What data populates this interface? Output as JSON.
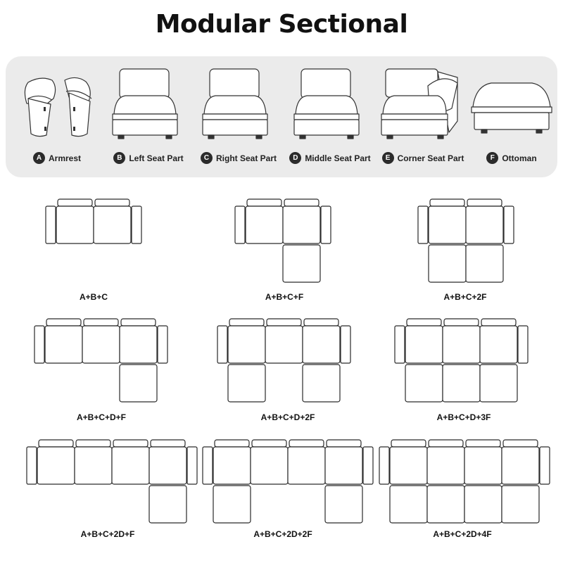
{
  "title": "Modular Sectional",
  "parts": [
    {
      "letter": "A",
      "name": "Armrest",
      "icon": "armrest-icon"
    },
    {
      "letter": "B",
      "name": "Left Seat Part",
      "icon": "seat-icon"
    },
    {
      "letter": "C",
      "name": "Right Seat Part",
      "icon": "seat-icon"
    },
    {
      "letter": "D",
      "name": "Middle Seat Part",
      "icon": "seat-icon"
    },
    {
      "letter": "E",
      "name": "Corner Seat Part",
      "icon": "corner-seat-icon"
    },
    {
      "letter": "F",
      "name": "Ottoman",
      "icon": "ottoman-icon"
    }
  ],
  "configurations": [
    {
      "label": "A+B+C",
      "seats": 2,
      "ottomans": [],
      "icon": "sectional-layout-icon"
    },
    {
      "label": "A+B+C+F",
      "seats": 2,
      "ottomans": [
        1
      ],
      "icon": "sectional-layout-icon"
    },
    {
      "label": "A+B+C+2F",
      "seats": 2,
      "ottomans": [
        0,
        1
      ],
      "icon": "sectional-layout-icon"
    },
    {
      "label": "A+B+C+D+F",
      "seats": 3,
      "ottomans": [
        2
      ],
      "icon": "sectional-layout-icon"
    },
    {
      "label": "A+B+C+D+2F",
      "seats": 3,
      "ottomans": [
        0,
        2
      ],
      "icon": "sectional-layout-icon"
    },
    {
      "label": "A+B+C+D+3F",
      "seats": 3,
      "ottomans": [
        0,
        1,
        2
      ],
      "icon": "sectional-layout-icon"
    },
    {
      "label": "A+B+C+2D+F",
      "seats": 4,
      "ottomans": [
        3
      ],
      "icon": "sectional-layout-icon"
    },
    {
      "label": "A+B+C+2D+2F",
      "seats": 4,
      "ottomans": [
        0,
        3
      ],
      "icon": "sectional-layout-icon"
    },
    {
      "label": "A+B+C+2D+4F",
      "seats": 4,
      "ottomans": [
        0,
        1,
        2,
        3
      ],
      "icon": "sectional-layout-icon"
    }
  ]
}
